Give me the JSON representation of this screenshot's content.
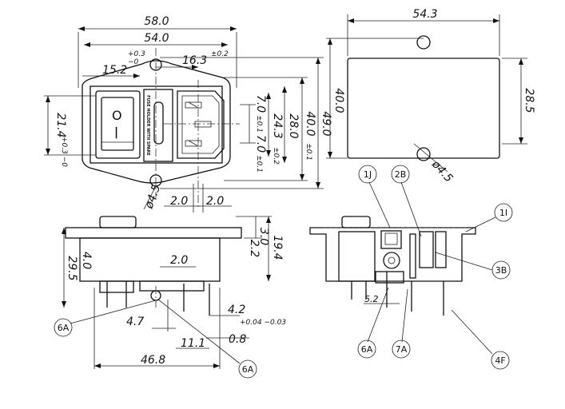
{
  "dimensions": {
    "front_width_overall": "58.0",
    "front_width_inner": "54.0",
    "front_height_overall": "49.0",
    "front_height_body": "40.0",
    "front_height_body_tol": "±0.1",
    "front_height_inner": "28.0",
    "socket_height": "24.3",
    "socket_height_tol": "±0.2",
    "pin_spacing_upper": "7.0",
    "pin_spacing_upper_tol": "±0.1",
    "pin_spacing_lower": "7.0",
    "pin_spacing_lower_tol": "±0.1",
    "switch_offset": "15.2",
    "switch_offset_tol_plus": "+0.3",
    "switch_offset_tol_minus": "−0",
    "socket_offset": "16.3",
    "socket_offset_tol": "±0.2",
    "switch_height": "21.4",
    "switch_height_tol": "+0.3 −0",
    "mount_hole": "ø4.5",
    "pin_gap_left": "2.0",
    "pin_gap_right": "2.0",
    "cutout_width": "54.3",
    "cutout_height": "40.0",
    "cutout_inner": "28.5",
    "cutout_hole": "ø4.5",
    "side_height_total": "29.5",
    "side_flange": "4.0",
    "side_tab": "2.0",
    "side_right_total": "19.4",
    "side_right_upper": "3.0",
    "side_right_lower": "2.2",
    "bottom_4_7": "4.7",
    "bottom_4_2": "4.2",
    "bottom_0_8": "0.8",
    "bottom_0_8_tol": "+0.04 −0.03",
    "bottom_11_1": "11.1",
    "bottom_46_8": "46.8",
    "section_5_2": "5.2"
  },
  "fuse_label": "FUSE HOLDER WITH SPARE",
  "balloons": [
    "6A",
    "6A",
    "1J",
    "2B",
    "1I",
    "3B",
    "6A",
    "7A",
    "4F"
  ],
  "switch_marks": {
    "on": "|",
    "off": "O"
  }
}
